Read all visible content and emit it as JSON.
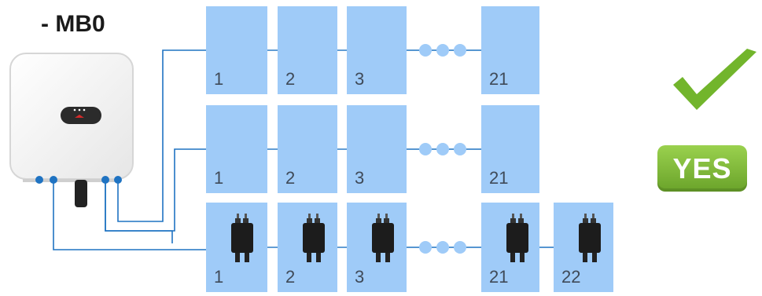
{
  "title": "- MB0",
  "strings": [
    {
      "id": "string-1",
      "panels": [
        "1",
        "2",
        "3",
        "21"
      ],
      "optimizers": false
    },
    {
      "id": "string-2",
      "panels": [
        "1",
        "2",
        "3",
        "21"
      ],
      "optimizers": false
    },
    {
      "id": "string-3",
      "panels": [
        "1",
        "2",
        "3",
        "21",
        "22"
      ],
      "optimizers": true
    }
  ],
  "badge": {
    "label": "YES"
  },
  "colors": {
    "panel": "#9fcbf8",
    "wire": "#1f73c2",
    "ellipsis_dot": "#9fcbf8",
    "check": "#72b52c",
    "badge": "#7ab83a"
  },
  "icons": [
    "inverter-icon",
    "optimizer-icon",
    "checkmark-icon"
  ]
}
